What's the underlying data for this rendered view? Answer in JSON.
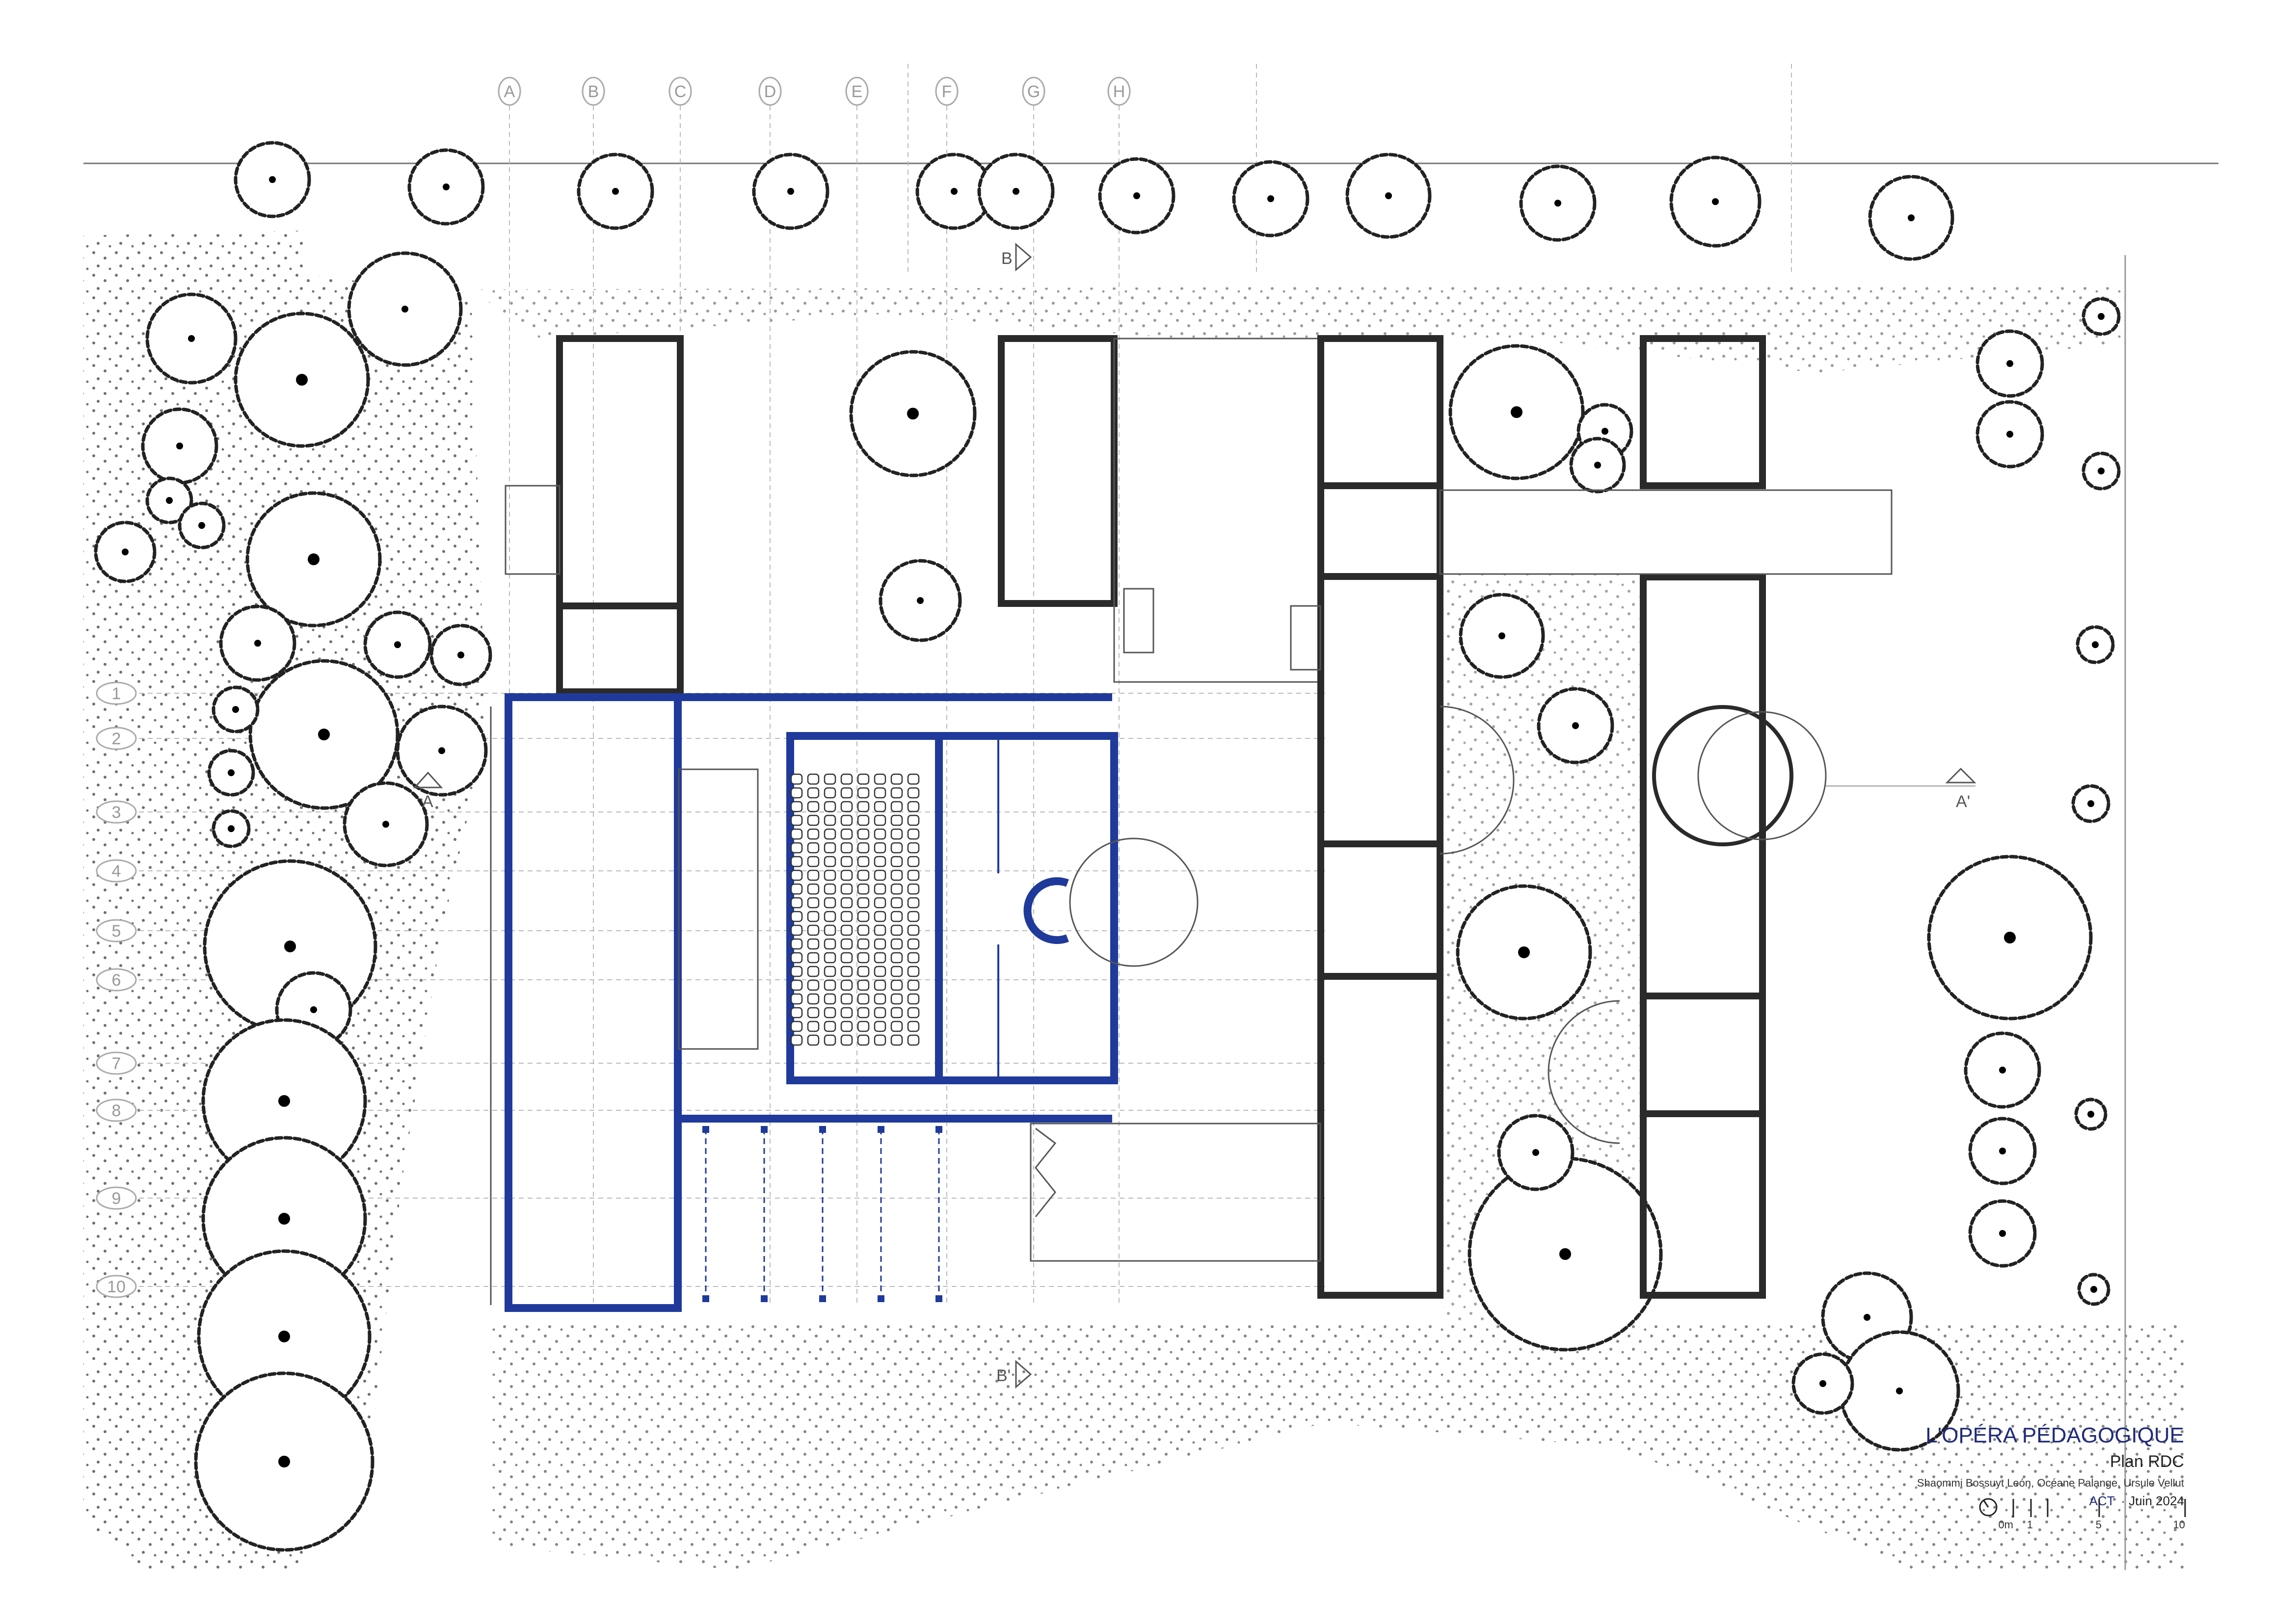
{
  "title_block": {
    "project": "L'OPÉRA PÉDAGOGIQUE",
    "sheet": "Plan RDC",
    "authors": "Shaommi Bossuyt León, Océane Palange, Ursule Vellut",
    "org": "ACT",
    "date": "· Juin 2024"
  },
  "scale_bar": {
    "labels": [
      "0m",
      "1",
      "5",
      "10"
    ]
  },
  "grid": {
    "columns": [
      "A",
      "B",
      "C",
      "D",
      "E",
      "F",
      "G",
      "H"
    ],
    "rows": [
      "1",
      "2",
      "3",
      "4",
      "5",
      "6",
      "7",
      "8",
      "9",
      "10"
    ]
  },
  "section_markers": {
    "a": "A",
    "a_prime": "A'",
    "b": "B",
    "b_prime": "B'"
  },
  "colors": {
    "accent": "#1f3a9a",
    "walls": "#2a2a2a",
    "title": "#1f2a7a"
  }
}
